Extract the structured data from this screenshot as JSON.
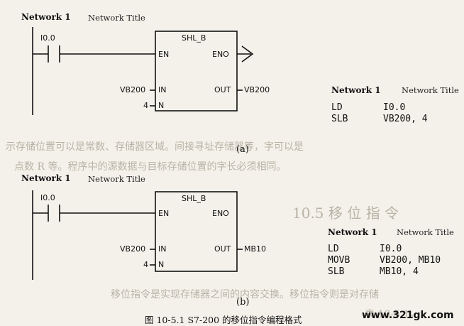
{
  "network_a": {
    "label": "Network 1",
    "title": "Network Title"
  },
  "contact_a": {
    "address": "I0.0"
  },
  "block_a": {
    "name": "SHL_B",
    "en": "EN",
    "eno": "ENO",
    "in": "IN",
    "out": "OUT",
    "n": "N",
    "in_value": "VB200",
    "n_value": "4",
    "out_value": "VB200"
  },
  "stl_a": {
    "label": "Network 1",
    "title": "Network Title",
    "lines": [
      {
        "op": "LD",
        "arg": "I0.0"
      },
      {
        "op": "SLB",
        "arg": "VB200, 4"
      }
    ]
  },
  "caption_a": "(a)",
  "network_b": {
    "label": "Network 1",
    "title": "Network Title"
  },
  "contact_b": {
    "address": "I0.0"
  },
  "block_b": {
    "name": "SHL_B",
    "en": "EN",
    "eno": "ENO",
    "in": "IN",
    "out": "OUT",
    "n": "N",
    "in_value": "VB200",
    "n_value": "4",
    "out_value": "MB10"
  },
  "stl_b": {
    "label": "Network 1",
    "title": "Network Title",
    "lines": [
      {
        "op": "LD",
        "arg": "I0.0"
      },
      {
        "op": "MOVB",
        "arg": "VB200, MB10"
      },
      {
        "op": "SLB",
        "arg": "MB10, 4"
      }
    ]
  },
  "caption_b": "(b)",
  "figure_caption": "图 10-5.1   S7-200 的移位指令编程格式",
  "watermark": "www.321gk.com",
  "bleed": {
    "line1": "示存储位置可以是常数、存储器区域。间接寻址存储器等，字可以是",
    "line2": "点数 R 等。程序中的源数据与目标存储位置的字长必须相同。",
    "heading": "10.5   移 位 指 令",
    "line3": "移位指令是实现存储器之间的内容交换。移位指令则是对存储",
    "line4": "表 10-5.1。"
  }
}
